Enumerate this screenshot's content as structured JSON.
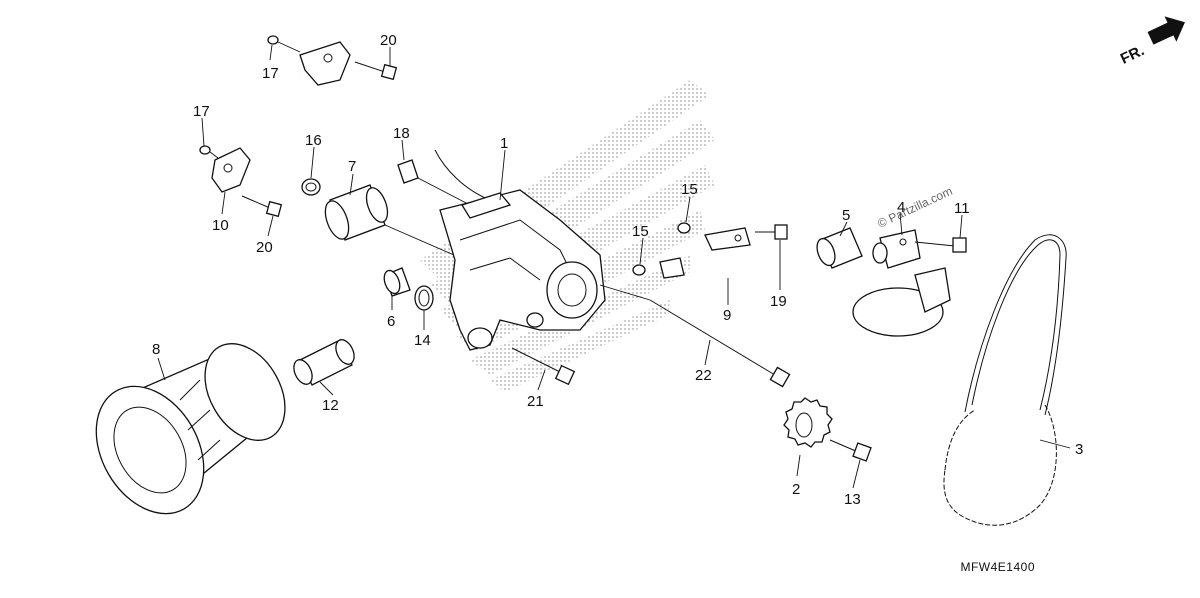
{
  "diagram_code": "MFW4E1400",
  "direction_label": "FR.",
  "watermark": "© Partzilla.com",
  "callouts": {
    "c1": "1",
    "c2": "2",
    "c3": "3",
    "c4": "4",
    "c5": "5",
    "c6": "6",
    "c7": "7",
    "c8": "8",
    "c9": "9",
    "c10": "10",
    "c11": "11",
    "c12": "12",
    "c13": "13",
    "c14": "14",
    "c15a": "15",
    "c15b": "15",
    "c16": "16",
    "c17a": "17",
    "c17b": "17",
    "c18": "18",
    "c19": "19",
    "c20a": "20",
    "c20b": "20",
    "c21": "21",
    "c22": "22"
  },
  "icons": {
    "direction_arrow": "arrow-right-icon",
    "brand_wing": "wing-watermark-icon"
  }
}
